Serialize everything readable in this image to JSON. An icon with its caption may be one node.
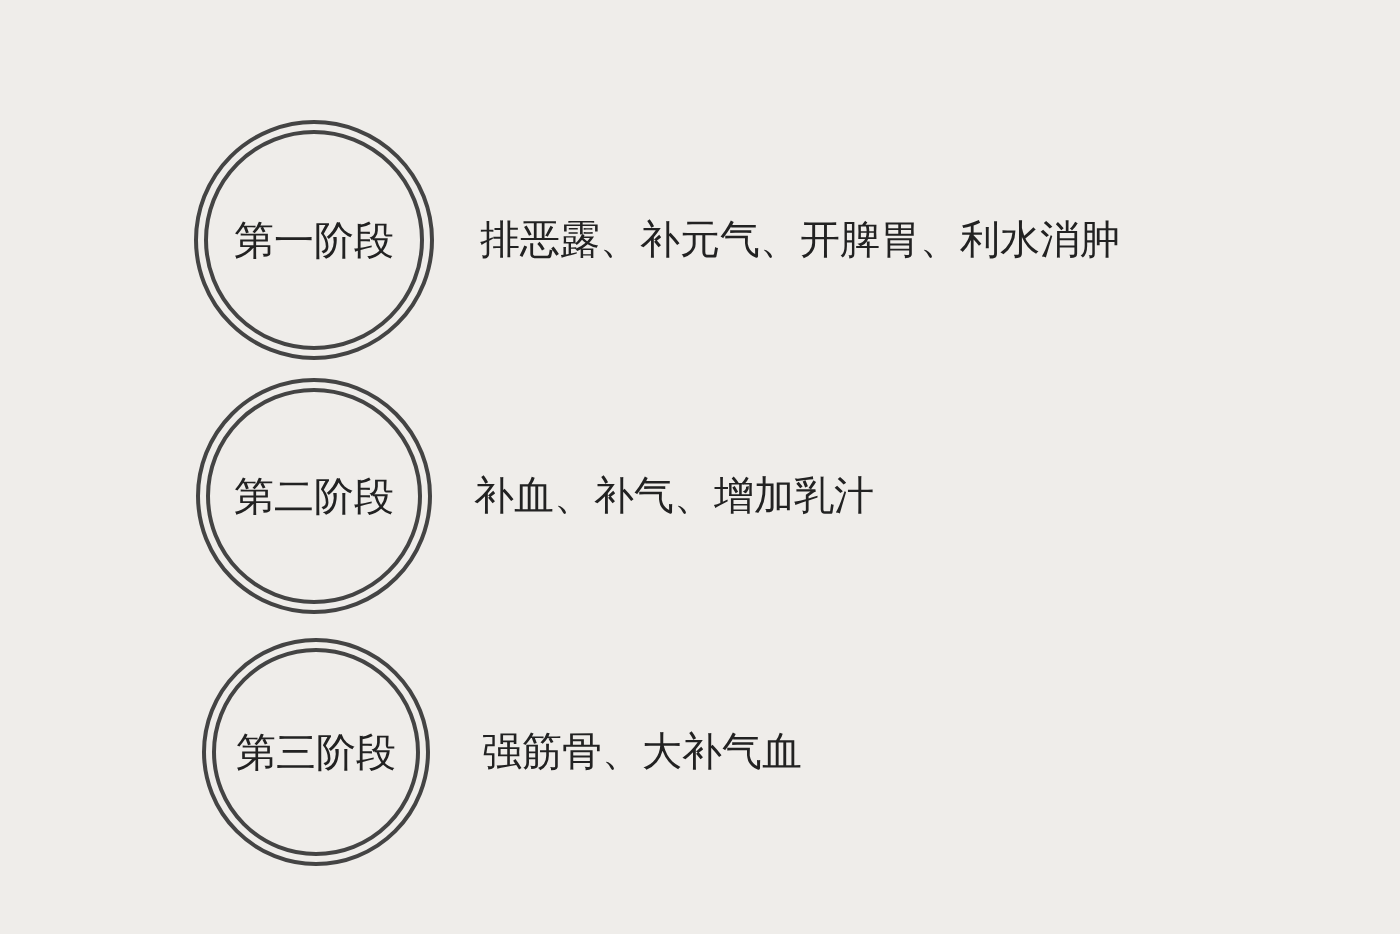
{
  "diagram": {
    "nodes": [
      {
        "text": [
          "第一阶段"
        ],
        "beside": [
          "排恶露、补元气、开脾胃、利水消肿"
        ]
      },
      {
        "text": [
          "第二阶段"
        ],
        "beside": [
          "补血、补气、增加乳汁"
        ]
      },
      {
        "text": [
          "第三阶段"
        ],
        "beside": [
          "强筋骨、大补气血"
        ]
      }
    ]
  }
}
